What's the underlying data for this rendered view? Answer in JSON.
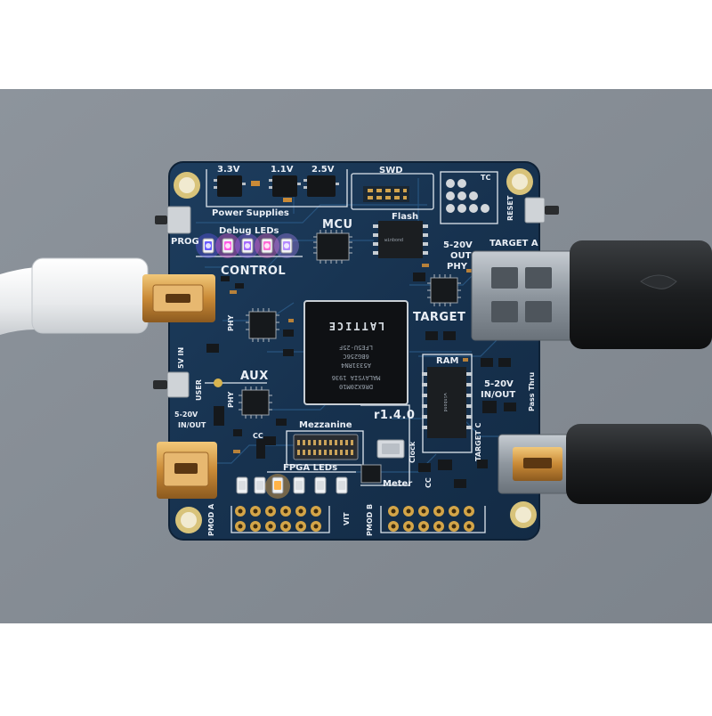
{
  "board": {
    "power_labels": [
      "3.3V",
      "1.1V",
      "2.5V"
    ],
    "power_supplies_label": "Power Supplies",
    "swd_label": "SWD",
    "tc_label": "TC",
    "flash_label": "Flash",
    "mcu_label": "MCU",
    "reset_label": "RESET",
    "prog_label": "PROG",
    "debug_leds_label": "Debug LEDs",
    "control_label": "CONTROL",
    "target_a_label": "TARGET A",
    "out_voltage_label": "5-20V",
    "out_label": "OUT",
    "phy_label": "PHY",
    "target_label": "TARGET",
    "ram_label": "RAM",
    "inout_voltage_label": "5-20V",
    "inout_label": "IN/OUT",
    "pass_thru_label": "Pass Thru",
    "five_v_in_label": "5V IN",
    "user_label": "USER",
    "aux_label": "AUX",
    "aux_voltage_label": "5-20V",
    "aux_inout_label": "IN/OUT",
    "cc_label": "CC",
    "mezzanine_label": "Mezzanine",
    "revision_label": "r1.4.0",
    "clock_label": "Clock",
    "target_c_label": "TARGET C",
    "meter_label": "Meter",
    "fpga_leds_label": "FPGA LEDs",
    "pmod_a_label": "PMOD A",
    "pmod_b_label": "PMOD B",
    "vit_label": "VIT",
    "fpga_marking": [
      "LATTICE",
      "LFE5U-25F",
      "6BG256C",
      "A5331RN4",
      "MALAYSIA 1936",
      "DR6X20M10"
    ],
    "flash_marking": "winbond",
    "ram_marking": "winbond",
    "debug_led_colors": [
      "#6a5cff",
      "#ff5ce6",
      "#a66bff",
      "#ff6bd5",
      "#b58cff"
    ],
    "fpga_led_lit_color": "#ffb347"
  }
}
